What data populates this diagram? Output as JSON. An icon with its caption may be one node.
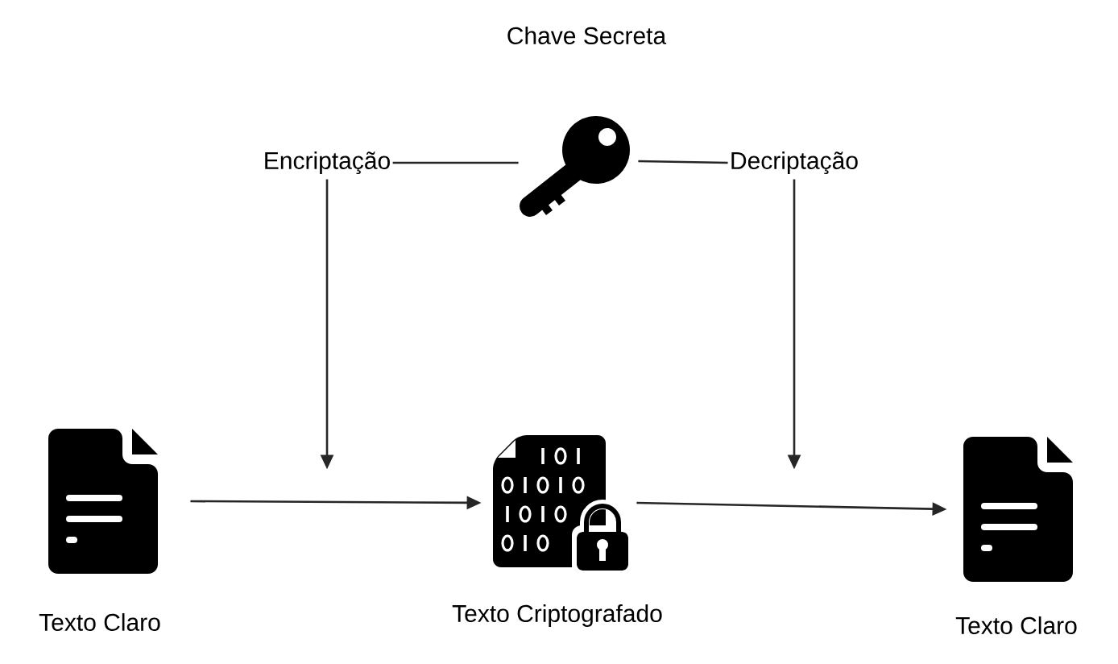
{
  "diagram": {
    "nodes": [
      {
        "text": [],
        "shape": "picture",
        "beside": [
          "Chave Secreta"
        ]
      },
      {
        "text": [
          "Encriptação"
        ]
      },
      {
        "text": [
          "Decriptação"
        ]
      },
      {
        "text": [],
        "shape": "picture",
        "beside": [
          "Texto Claro"
        ]
      },
      {
        "text": [],
        "shape": "picture",
        "beside": [
          "Texto Criptografado"
        ]
      },
      {
        "text": [],
        "shape": "picture",
        "beside": [
          "Texto Claro"
        ]
      }
    ],
    "edges": [
      {
        "from": 1,
        "to": 0,
        "arrow": "none"
      },
      {
        "from": 0,
        "to": 2,
        "arrow": "none"
      },
      {
        "from": 1,
        "to": null,
        "arrow": "to"
      },
      {
        "from": 2,
        "to": null,
        "arrow": "to"
      },
      {
        "from": 3,
        "to": 4,
        "arrow": "to"
      },
      {
        "from": 4,
        "to": 5,
        "arrow": "to"
      }
    ]
  }
}
